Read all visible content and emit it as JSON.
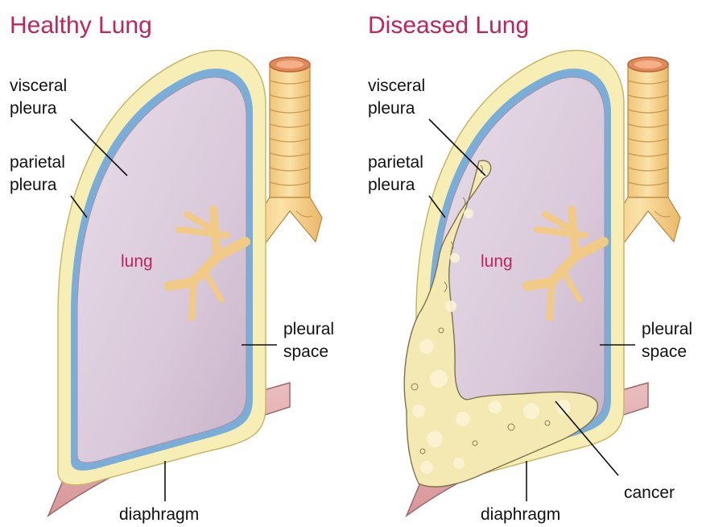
{
  "healthy": {
    "title": "Healthy Lung",
    "labels": {
      "visceral_1": "visceral",
      "visceral_2": "pleura",
      "parietal_1": "parietal",
      "parietal_2": "pleura",
      "lung": "lung",
      "pleural_1": "pleural",
      "pleural_2": "space",
      "diaphragm": "diaphragm"
    }
  },
  "diseased": {
    "title": "Diseased Lung",
    "labels": {
      "visceral_1": "visceral",
      "visceral_2": "pleura",
      "parietal_1": "parietal",
      "parietal_2": "pleura",
      "lung": "lung",
      "pleural_1": "pleural",
      "pleural_2": "space",
      "cancer": "cancer",
      "diaphragm": "diaphragm"
    }
  },
  "colors": {
    "title": "#c0245c",
    "lung": "#ddd0e0",
    "visceral_pleura": "#7aaed8",
    "parietal_pleura": "#f6eeb4",
    "bronchi": "#f1ca86",
    "diaphragm": "#e2b0b2",
    "cancer": "#f4e8b3"
  }
}
